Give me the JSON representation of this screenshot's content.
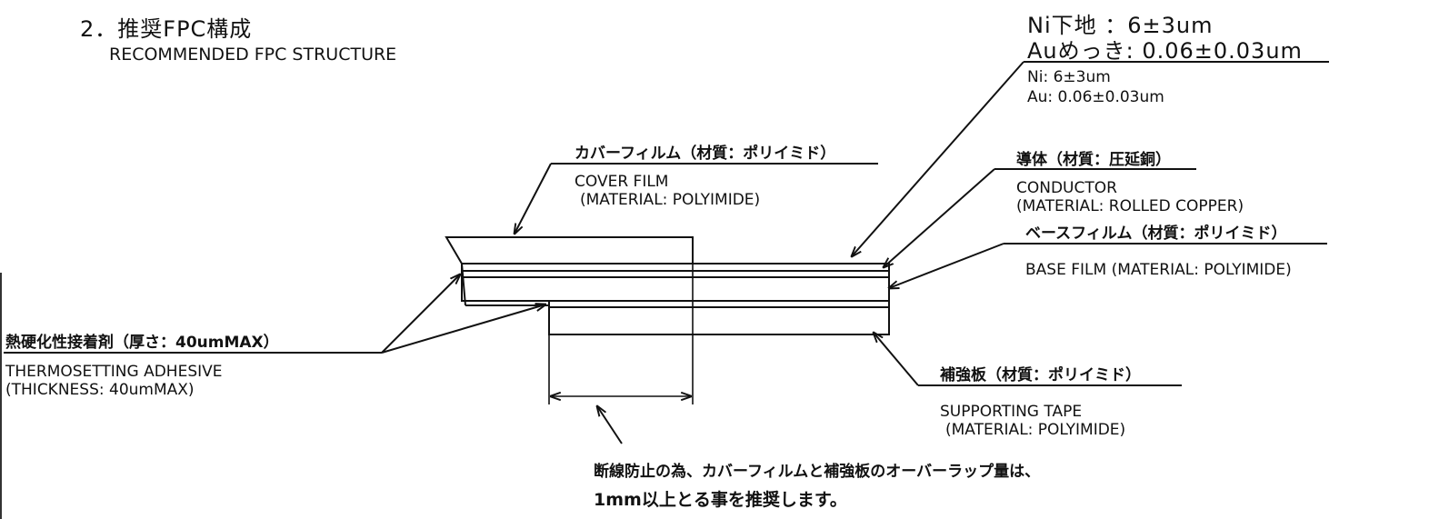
{
  "section": {
    "title_jp": "2．推奨FPC構成",
    "title_en": "RECOMMENDED FPC STRUCTURE"
  },
  "plating": {
    "ni_jp": "Ni下地 ：6±3um",
    "au_jp": "Auめっき: 0.06±0.03um",
    "ni_en": "Ni: 6±3um",
    "au_en": "Au: 0.06±0.03um"
  },
  "cover_film": {
    "jp": "カバーフィルム（材質：ポリイミド）",
    "en": "COVER FILM",
    "material_en": "(MATERIAL: POLYIMIDE)"
  },
  "conductor": {
    "jp": "導体（材質：圧延銅）",
    "en": "CONDUCTOR",
    "material_en": "(MATERIAL: ROLLED COPPER)"
  },
  "base_film": {
    "jp": "ベースフィルム（材質：ポリイミド）",
    "en": "BASE FILM (MATERIAL: POLYIMIDE)"
  },
  "adhesive": {
    "jp": "熱硬化性接着剤（厚さ：40umMAX）",
    "en": "THERMOSETTING ADHESIVE",
    "thickness_en": "(THICKNESS: 40umMAX)"
  },
  "supporting_tape": {
    "jp": "補強板（材質：ポリイミド）",
    "en": "SUPPORTING TAPE",
    "material_en": "(MATERIAL: POLYIMIDE)"
  },
  "note": {
    "line1": "断線防止の為、カバーフィルムと補強板のオーバーラップ量は、",
    "line2": "1mm以上とる事を推奨します。"
  }
}
